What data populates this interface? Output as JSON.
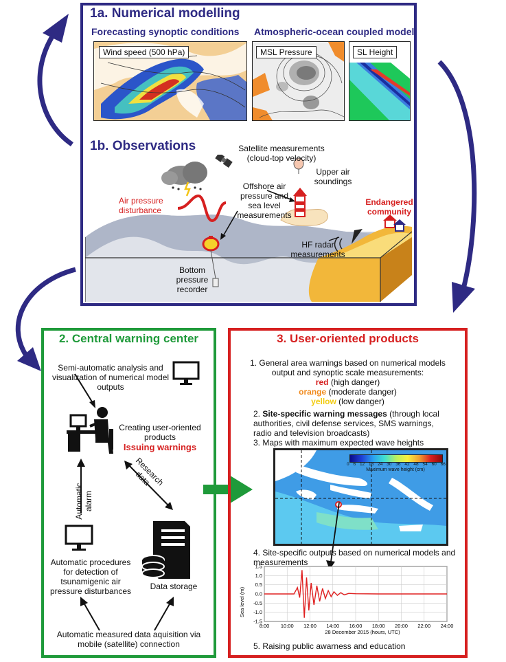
{
  "section1a": {
    "title": "1a. Numerical modelling",
    "left_heading": "Forecasting synoptic conditions",
    "right_heading": "Atmospheric-ocean coupled model",
    "panel_wind": "Wind speed (500 hPa)",
    "panel_msl": "MSL Pressure",
    "panel_sl": "SL Height"
  },
  "section1b": {
    "title": "1b. Observations",
    "satellite": "Satellite measurements\n(cloud-top velocity)",
    "upper_air": "Upper air\nsoundings",
    "offshore": "Offshore air\npressure and\nsea level\nmeasurements",
    "air_pressure": "Air pressure\ndisturbance",
    "endangered": "Endangered\ncommunity",
    "hf_radar": "HF radar\nmeasurements",
    "bottom_recorder": "Bottom\npressure\nrecorder"
  },
  "section2": {
    "title": "2. Central warning center",
    "semi_auto": "Semi-automatic analysis and\nvisualization of numerical model\noutputs",
    "creating": "Creating user-oriented\nproducts",
    "issuing": "Issuing warnings",
    "auto_alarm": "Automatic\nalarm",
    "research": "Research\ndata",
    "auto_procedures": "Automatic procedures\nfor detection of\ntsunamigenic air\npressure disturbances",
    "data_storage": "Data storage",
    "acquisition": "Automatic measured data aquisition via\nmobile (satellite) connection"
  },
  "section3": {
    "title": "3. User-oriented products",
    "item1": "1. General area warnings based on numerical models\noutput and synoptic scale measurements:",
    "red_word": "red",
    "red_desc": " (high danger)",
    "orange_word": "orange",
    "orange_desc": " (moderate danger)",
    "yellow_word": "yellow",
    "yellow_desc": " (low danger)",
    "item2_prefix": "2. ",
    "item2_bold": "Site-specific warning messages",
    "item2_rest": " (through local\nauthorities, civil defense services, SMS warnings,\nradio and television broadcasts)",
    "item3": "3. Maps with maximum expected wave heights",
    "colorbar_ticks": [
      "0",
      "6",
      "12",
      "18",
      "24",
      "30",
      "36",
      "42",
      "48",
      "54",
      "60",
      "66"
    ],
    "colorbar_label": "Maximum wave height (cm)",
    "item4": "4. Site-specific outputs based on numerical models and\nmeasurements",
    "item5": "5. Raising public awarness and education"
  },
  "chart_data": {
    "type": "line",
    "title": "",
    "xlabel": "28 December 2015 (hours, UTC)",
    "ylabel": "Sea level (m)",
    "x_ticks": [
      "8:00",
      "10:00",
      "12:00",
      "14:00",
      "16:00",
      "18:00",
      "20:00",
      "22:00",
      "24:00"
    ],
    "y_ticks": [
      "1.5",
      "1.0",
      "0.5",
      "0.0",
      "-0.5",
      "-1.0",
      "-1.5"
    ],
    "xlim": [
      8,
      24
    ],
    "ylim": [
      -1.5,
      1.5
    ],
    "grid": true,
    "series": [
      {
        "color": "#e02020",
        "x": [
          8,
          10,
          10.6,
          10.9,
          11.1,
          11.3,
          11.5,
          11.7,
          11.9,
          12.1,
          12.35,
          12.6,
          12.85,
          13.1,
          13.35,
          13.6,
          13.85,
          14.1,
          14.4,
          14.7,
          15.0,
          15.4,
          16,
          18,
          20,
          22,
          24
        ],
        "y": [
          0.0,
          0.0,
          0.0,
          0.35,
          -0.2,
          1.3,
          -1.3,
          0.9,
          -0.9,
          0.6,
          -0.6,
          0.45,
          -0.4,
          0.3,
          -0.25,
          0.18,
          -0.15,
          0.12,
          -0.08,
          0.07,
          -0.05,
          0.03,
          0.01,
          0.0,
          0.0,
          0.0,
          0.0
        ]
      }
    ]
  },
  "colors": {
    "navy": "#2e2a83",
    "green": "#1f9a3a",
    "red": "#d62020"
  }
}
